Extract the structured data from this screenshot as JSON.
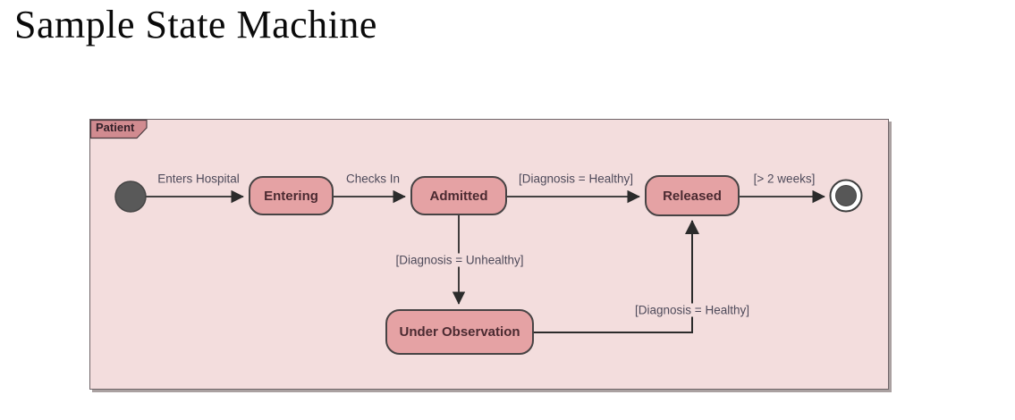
{
  "title": "Sample State Machine",
  "frame": {
    "label": "Patient"
  },
  "diagram": {
    "type": "uml-state-machine",
    "states": [
      {
        "id": "entering",
        "label": "Entering"
      },
      {
        "id": "admitted",
        "label": "Admitted"
      },
      {
        "id": "released",
        "label": "Released"
      },
      {
        "id": "under-observation",
        "label": "Under Observation"
      }
    ],
    "pseudostates": [
      {
        "type": "initial-state"
      },
      {
        "type": "final-state"
      }
    ],
    "transitions": [
      {
        "from": "initial",
        "to": "Entering",
        "label": "Enters Hospital"
      },
      {
        "from": "Entering",
        "to": "Admitted",
        "label": "Checks In"
      },
      {
        "from": "Admitted",
        "to": "Released",
        "label": "[Diagnosis = Healthy]"
      },
      {
        "from": "Released",
        "to": "final",
        "label": "[> 2 weeks]"
      },
      {
        "from": "Admitted",
        "to": "Under Observation",
        "label": "[Diagnosis = Unhealthy]"
      },
      {
        "from": "Under Observation",
        "to": "Released",
        "label": "[Diagnosis = Healthy]"
      }
    ],
    "colors": {
      "frame_background": "#f3dddd",
      "frame_border": "#6f6568",
      "tab_fill": "#d18b90",
      "state_fill": "#e5a2a4",
      "state_border": "#474344",
      "state_text": "#4b2a31",
      "transition_line": "#2b2b2b",
      "transition_label_text": "#4e4a5a",
      "pseudostate_fill": "#595959"
    }
  }
}
